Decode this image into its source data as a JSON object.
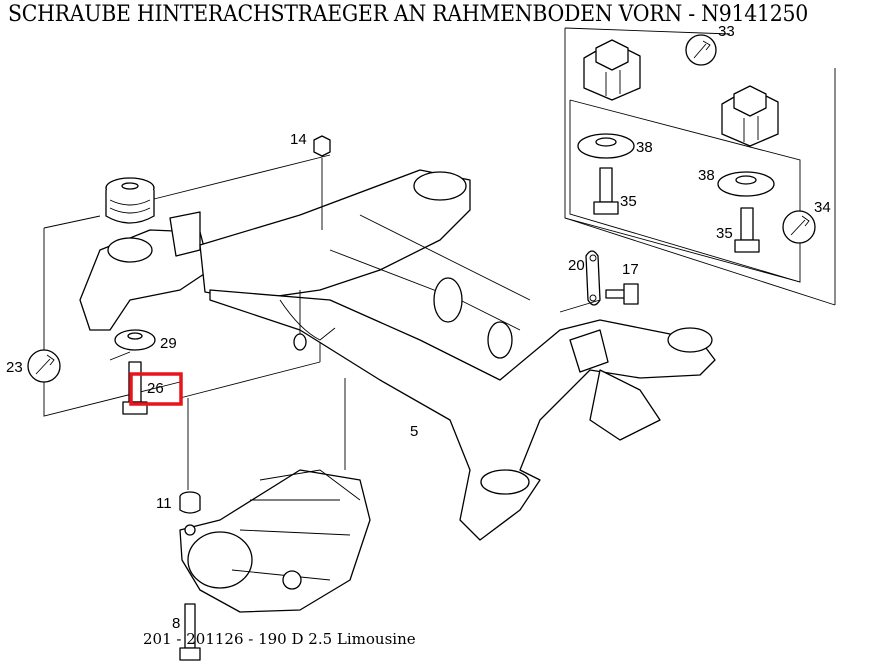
{
  "title": "SCHRAUBE HINTERACHSTRAEGER AN RAHMENBODEN VORN - N9141250",
  "footer": "201 - 201126 - 190 D 2.5 Limousine",
  "highlight_color": "#e8141c",
  "callouts": {
    "c5": "5",
    "c8": "8",
    "c11": "11",
    "c14": "14",
    "c17": "17",
    "c20": "20",
    "c23": "23",
    "c26": "26",
    "c29": "29",
    "c33": "33",
    "c34": "34",
    "c35a": "35",
    "c35b": "35",
    "c38a": "38",
    "c38b": "38"
  }
}
